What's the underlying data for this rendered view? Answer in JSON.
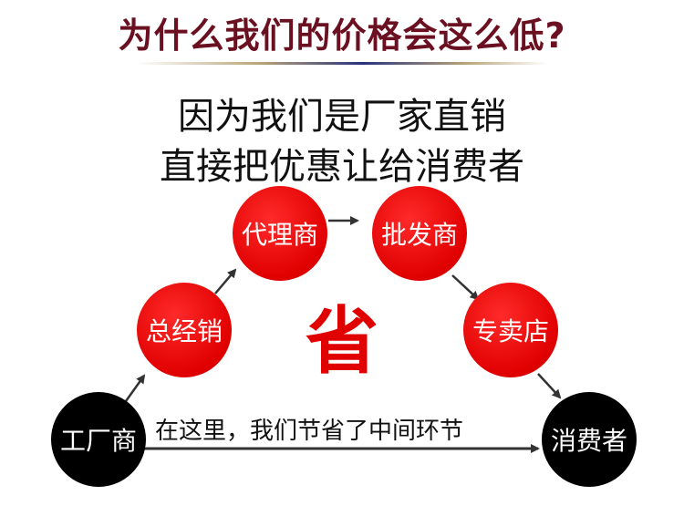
{
  "title": "为什么我们的价格会这么低?",
  "line1": "因为我们是厂家直销",
  "line2": "直接把优惠让给消费者",
  "nodes": {
    "factory": "工厂商",
    "general": "总经销",
    "agent": "代理商",
    "wholesaler": "批发商",
    "store": "专卖店",
    "consumer": "消费者"
  },
  "center_char": "省",
  "bottom_note": "在这里，我们节省了中间环节",
  "colors": {
    "title": "#6b1020",
    "node_red": "#e00000",
    "node_black": "#000000",
    "text": "#111111"
  }
}
